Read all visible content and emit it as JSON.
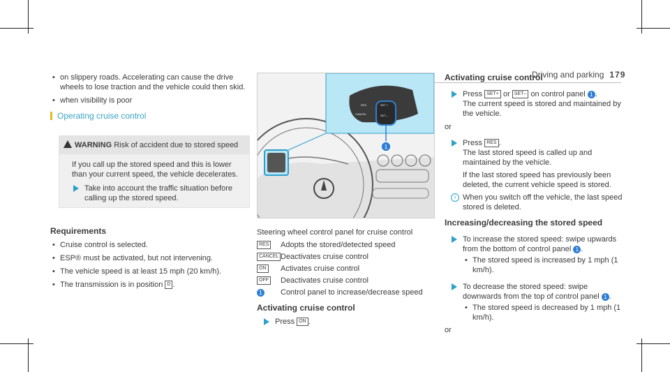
{
  "header": {
    "section": "Driving and parking",
    "page": "179"
  },
  "left": {
    "bullets_top": [
      "on slippery roads. Accelerating can cause the drive wheels to lose traction and the vehicle could then skid.",
      "when visibility is poor"
    ],
    "section_title": "Operating cruise control",
    "warning": {
      "label": "WARNING",
      "title": "Risk of accident due to stored speed",
      "body": "If you call up the stored speed and this is lower than your current speed, the vehicle decelerates.",
      "action": "Take into account the traffic situation before calling up the stored speed."
    },
    "req_title": "Requirements",
    "requirements": [
      "Cruise control is selected.",
      "ESP® must be activated, but not intervening.",
      "The vehicle speed is at least 15 mph (20 km/h).",
      "The transmission is in position"
    ],
    "gear": "D"
  },
  "middle": {
    "caption": "Steering wheel control panel for cruise control",
    "legend": [
      {
        "key": "RES",
        "text": "Adopts the stored/detected speed"
      },
      {
        "key": "CANCEL",
        "text": "Deactivates cruise control"
      },
      {
        "key": "ON",
        "text": "Activates cruise control"
      },
      {
        "key": "OFF",
        "text": "Deactivates cruise control"
      },
      {
        "key": "1",
        "text": "Control panel to increase/decrease speed"
      }
    ],
    "act_title": "Activating cruise control",
    "act_step": "Press",
    "act_key": "ON",
    "fig_labels": {
      "res": "RES",
      "set_plus": "SET +",
      "set_minus": "SET –",
      "cancel": "CANCEL",
      "callout": "1"
    }
  },
  "right": {
    "title": "Activating cruise control",
    "step1_a": "Press",
    "step1_key1": "SET+",
    "step1_or": "or",
    "step1_key2": "SET–",
    "step1_b": "on control panel",
    "step1_c": "The current speed is stored and maintained by the vehicle.",
    "or1": "or",
    "step2_a": "Press",
    "step2_key": "RES",
    "step2_b": "The last stored speed is called up and maintained by the vehicle.",
    "step2_c": "If the last stored speed has previously been deleted, the current vehicle speed is stored.",
    "note": "When you switch off the vehicle, the last speed stored is deleted.",
    "incdec_title": "Increasing/decreasing the stored speed",
    "inc": "To increase the stored speed: swipe upwards from the bottom of control panel",
    "inc_b": "The stored speed is increased by 1 mph (1 km/h).",
    "dec": "To decrease the stored speed: swipe downwards from the top of control panel",
    "dec_b": "The stored speed is decreased by 1 mph (1 km/h).",
    "or2": "or",
    "callout": "1"
  }
}
